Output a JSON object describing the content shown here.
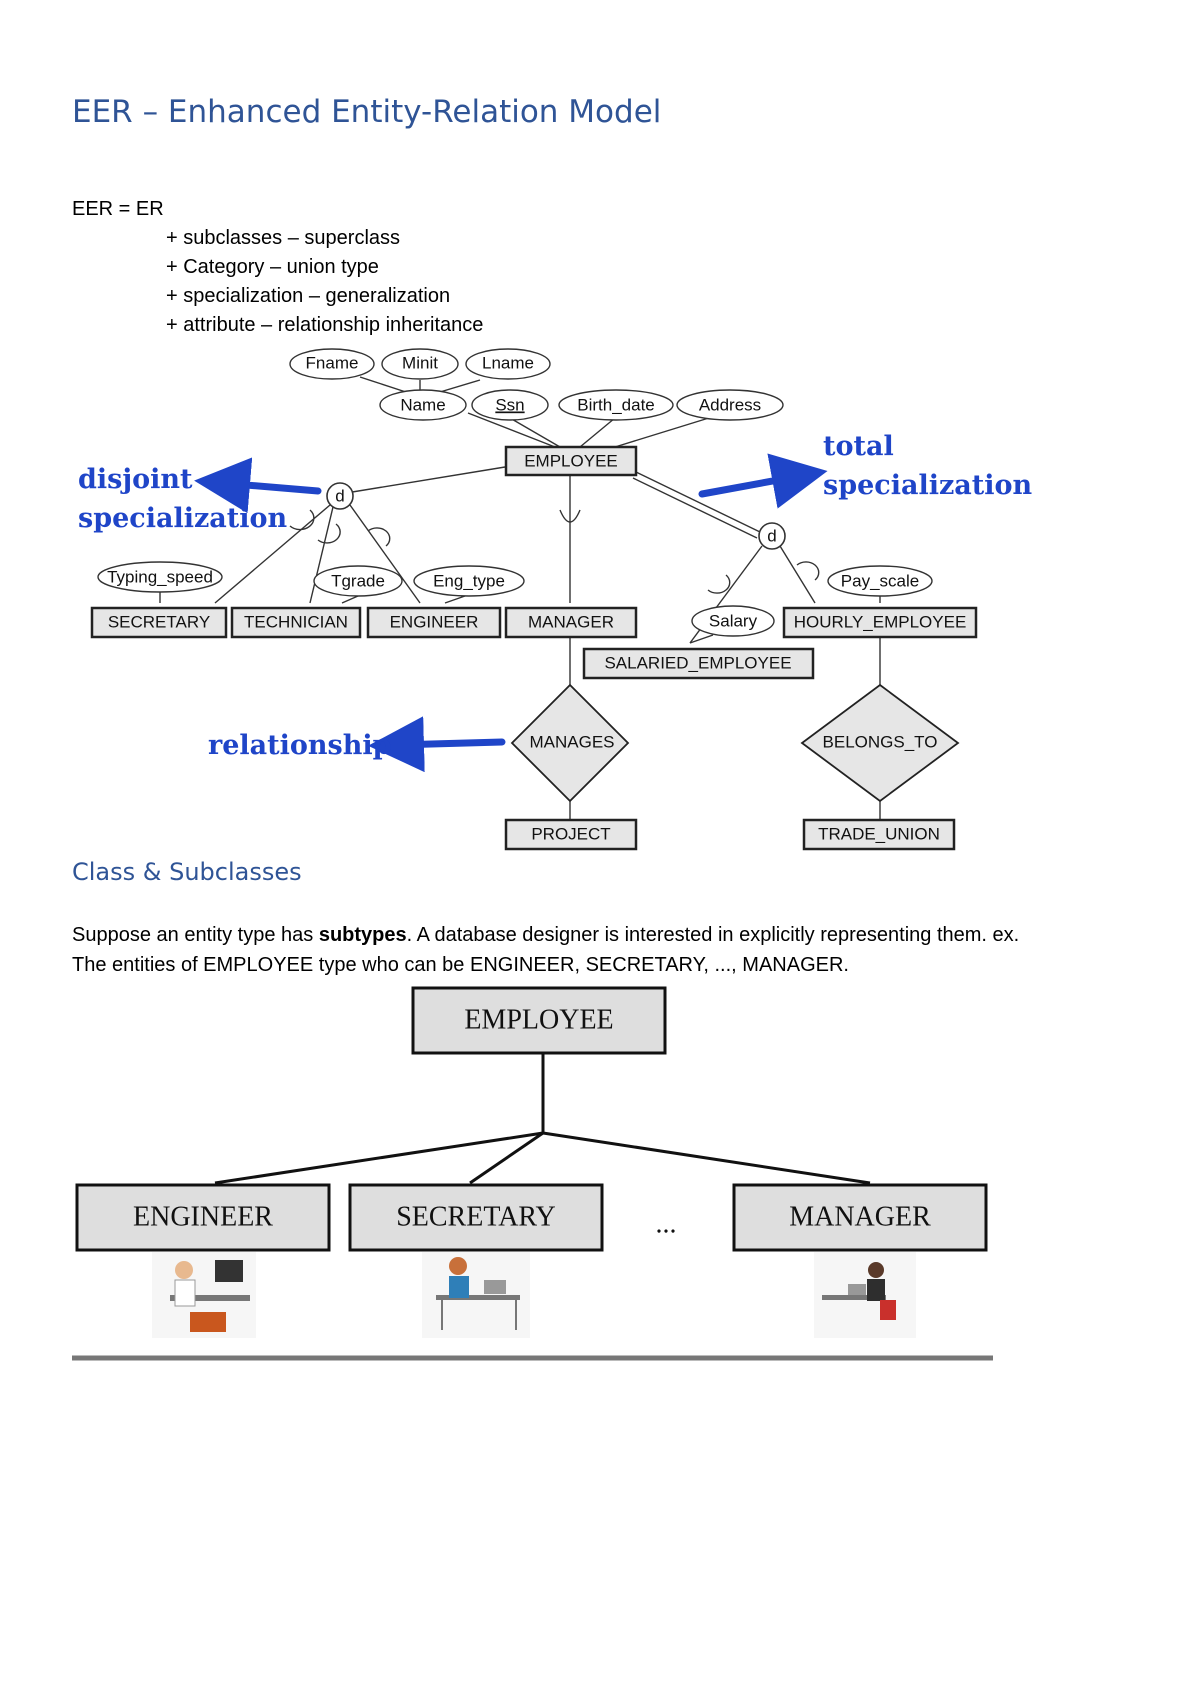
{
  "title": "EER – Enhanced Entity-Relation Model",
  "definition": {
    "equation": "EER = ER",
    "items": [
      "+ subclasses – superclass",
      "+   Category – union type",
      "+ specialization – generalization",
      "+ attribute – relationship inheritance"
    ]
  },
  "diagram1": {
    "attributes": {
      "fname": "Fname",
      "minit": "Minit",
      "lname": "Lname",
      "name": "Name",
      "ssn": "Ssn",
      "birth_date": "Birth_date",
      "address": "Address",
      "typing_speed": "Typing_speed",
      "tgrade": "Tgrade",
      "eng_type": "Eng_type",
      "salary": "Salary",
      "pay_scale": "Pay_scale"
    },
    "entities": {
      "employee": "EMPLOYEE",
      "secretary": "SECRETARY",
      "technician": "TECHNICIAN",
      "engineer": "ENGINEER",
      "manager": "MANAGER",
      "salaried_employee": "SALARIED_EMPLOYEE",
      "hourly_employee": "HOURLY_EMPLOYEE",
      "project": "PROJECT",
      "trade_union": "TRADE_UNION"
    },
    "relationships": {
      "manages": "MANAGES",
      "belongs_to": "BELONGS_TO"
    },
    "circle_label": "d",
    "annotations": {
      "disjoint_line1": "disjoint",
      "disjoint_line2": "specialization",
      "total_line1": "total",
      "total_line2": "specialization",
      "relationship": "relationship"
    },
    "arrow_color": "#1f45c8"
  },
  "section": {
    "heading": "Class & Subclasses",
    "para_line1_prefix": "Suppose an entity type has ",
    "para_line1_bold": "subtypes",
    "para_line1_suffix": ". A database designer is interested in explicitly representing them. ex.",
    "para_line2": "The entities of EMPLOYEE type who can be ENGINEER, SECRETARY, ..., MANAGER."
  },
  "diagram2": {
    "root": "EMPLOYEE",
    "children": [
      "ENGINEER",
      "SECRETARY",
      "MANAGER"
    ],
    "ellipsis": "..."
  },
  "colors": {
    "heading": "#2f5496",
    "entity_fill": "#e6e6e6"
  }
}
